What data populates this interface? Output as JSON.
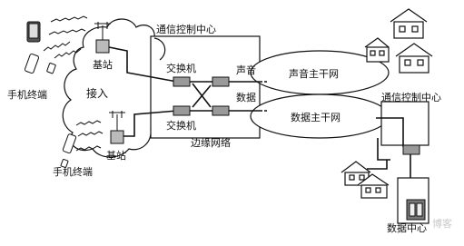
{
  "labels": {
    "top_center": "通信控制中心",
    "base_station_top": "基站",
    "base_station_bottom": "基站",
    "mobile_terminal_top": "手机终端",
    "mobile_terminal_bottom": "手机终端",
    "access": "接入",
    "switch_top": "交换机",
    "switch_bottom": "交换机",
    "voice": "声音",
    "data_word": "数据",
    "voice_backbone": "声音主干网",
    "data_backbone": "数据主干网",
    "right_center": "通信控制中心",
    "edge_network": "边缘网络",
    "data_center": "数据中心"
  },
  "watermark": "博客"
}
